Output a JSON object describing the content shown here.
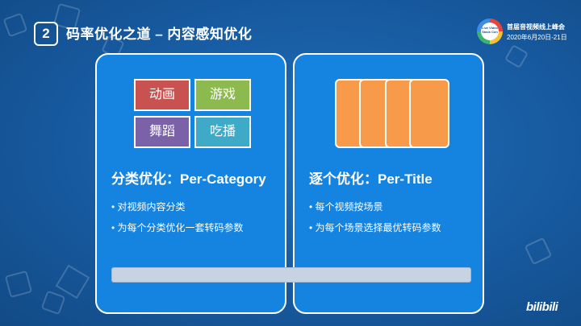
{
  "header": {
    "section_number": "2",
    "title": "码率优化之道 – 内容感知优化"
  },
  "event": {
    "logo_text": "Live Video Stack Con",
    "name": "首届音视频线上峰会",
    "date": "2020年6月20日-21日"
  },
  "left_panel": {
    "categories": [
      {
        "label": "动画",
        "color": "#c85250"
      },
      {
        "label": "游戏",
        "color": "#8cba4f"
      },
      {
        "label": "舞蹈",
        "color": "#7b62a8"
      },
      {
        "label": "吃播",
        "color": "#3fa9c8"
      }
    ],
    "heading": "分类优化：Per-Category",
    "bullets": [
      "• 对视频内容分类",
      "• 为每个分类优化一套转码参数"
    ]
  },
  "right_panel": {
    "card_color": "#f79a4a",
    "heading": "逐个优化：Per-Title",
    "bullets": [
      "• 每个视频按场景",
      "• 为每个场景选择最优转码参数"
    ]
  },
  "brand": {
    "watermark": "bilibili"
  }
}
